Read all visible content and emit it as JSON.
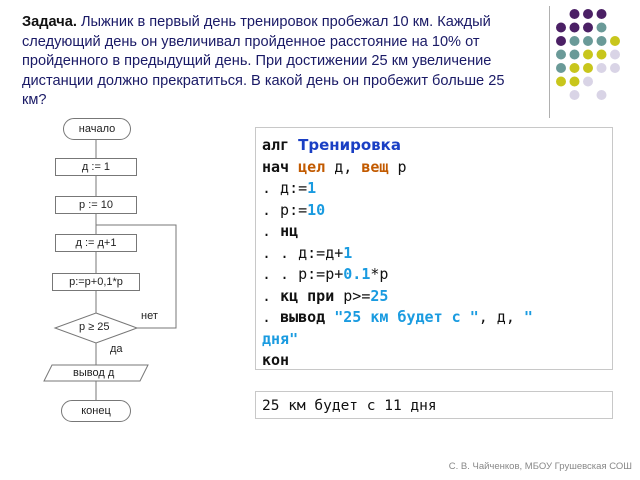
{
  "task": {
    "label": "Задача.",
    "text": " Лыжник в первый день тренировок пробежал 10 км. Каждый следующий день он увеличивал пройденное расстояние на 10% от пройденного в предыдущий день. При достижении 25 км увеличение дистанции должно прекратиться. В какой день он пробежит больше 25 км?"
  },
  "flowchart": {
    "start": "начало",
    "step1": "д := 1",
    "step2": "р := 10",
    "step3": "д := д+1",
    "step4": "р:=р+0,1*р",
    "condition": "р ≥ 25",
    "no_label": "нет",
    "yes_label": "да",
    "output": "вывод д",
    "end": "конец"
  },
  "code": {
    "l1_kw": "алг ",
    "l1_name": "Тренировка",
    "l2_kw": "нач ",
    "l2_type1": "цел",
    "l2_var1": " д, ",
    "l2_type2": "вещ",
    "l2_var2": " р",
    "l3_pre": ". д:=",
    "l3_num": "1",
    "l4_pre": ". р:=",
    "l4_num": "10",
    "l5_pre": ". ",
    "l5_kw": "нц",
    "l6_pre": ". . д:=д+",
    "l6_num": "1",
    "l7_pre": ". . р:=р+",
    "l7_num": "0.1",
    "l7_post": "*р",
    "l8_pre": ". ",
    "l8_kw": "кц при",
    "l8_mid": " р>=",
    "l8_num": "25",
    "l9_pre": ". ",
    "l9_kw": "вывод",
    "l9_str1": " \"25 км будет с \"",
    "l9_mid": ", д, ",
    "l9_str2": "\"",
    "l10_str": "дня\"",
    "l11_kw": "кон"
  },
  "result": "25 км будет с 11 дня",
  "credit": "С. В. Чайченков, МБОУ Грушевская СОШ",
  "colors": {
    "purple": "#4b2065",
    "teal": "#6a9a98",
    "yellow": "#c8c61c",
    "lavender": "#d9d4e6"
  }
}
